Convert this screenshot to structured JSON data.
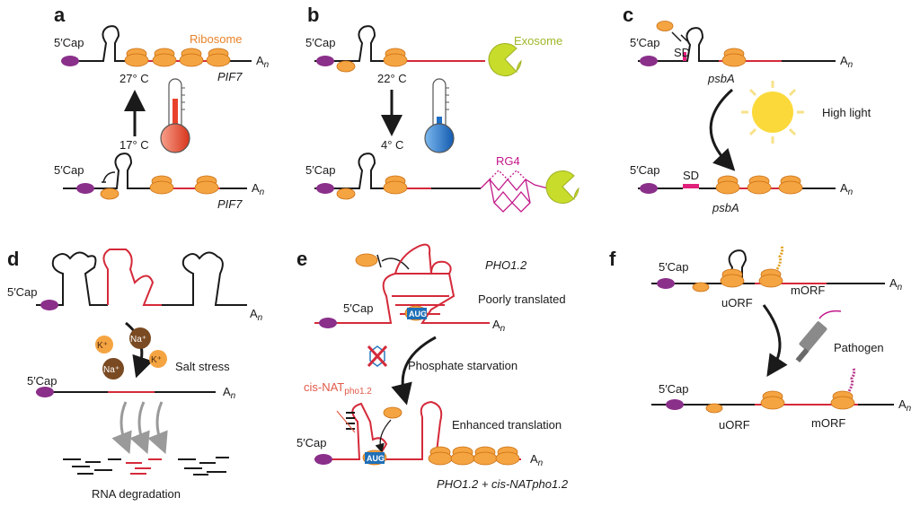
{
  "panels": {
    "a": {
      "letter": "a",
      "top_cap": "5′Cap",
      "ribosome_label": "Ribosome",
      "top_gene": "PIF7",
      "top_polyA": "A",
      "polyA_sub": "n",
      "temp_high": "27° C",
      "temp_low": "17° C",
      "bottom_cap": "5′Cap",
      "bottom_gene": "PIF7",
      "bottom_polyA": "A"
    },
    "b": {
      "letter": "b",
      "top_cap": "5′Cap",
      "exosome_label": "Exosome",
      "temp_high": "22° C",
      "temp_low": "4° C",
      "bottom_cap": "5′Cap",
      "rg4_label": "RG4"
    },
    "c": {
      "letter": "c",
      "top_cap": "5′Cap",
      "top_sd": "SD",
      "top_gene": "psbA",
      "top_polyA": "A",
      "light_label": "High light",
      "bottom_cap": "5′Cap",
      "bottom_sd": "SD",
      "bottom_gene": "psbA",
      "bottom_polyA": "A"
    },
    "d": {
      "letter": "d",
      "top_cap": "5′Cap",
      "top_polyA": "A",
      "ion_k": "K⁺",
      "ion_na": "Na⁺",
      "stress_label": "Salt stress",
      "bottom_cap": "5′Cap",
      "bottom_polyA": "A",
      "degradation_label": "RNA degradation"
    },
    "e": {
      "letter": "e",
      "gene_label": "PHO1.2",
      "poor_label": "Poorly translated",
      "top_cap": "5′Cap",
      "aug": "AUG",
      "top_polyA": "A",
      "starvation_label": "Phosphate starvation",
      "nat_label_main": "cis-NAT",
      "nat_label_sub": "pho1.2",
      "enhanced_label": "Enhanced translation",
      "bottom_cap": "5′Cap",
      "bottom_polyA": "A",
      "combo_label_a": "PHO1.2 + cis-",
      "combo_label_b": "NATpho1.2"
    },
    "f": {
      "letter": "f",
      "top_cap": "5′Cap",
      "uorf": "uORF",
      "morf": "mORF",
      "top_polyA": "A",
      "pathogen_label": "Pathogen",
      "bottom_cap": "5′Cap",
      "bottom_uorf": "uORF",
      "bottom_morf": "mORF",
      "bottom_polyA": "A"
    }
  },
  "colors": {
    "ribosome": "#f5a442",
    "cap": "#8a2f8a",
    "mrna_coding": "#d42a3a",
    "exosome": "#c8dc2c",
    "rg4": "#c2188a",
    "sun": "#fbd93a",
    "thermo_hot": "#e8432a",
    "thermo_cold": "#1f6fc4",
    "k_ion": "#f5a442",
    "na_ion": "#7a4a22",
    "aug_box": "#1e6fb8"
  }
}
